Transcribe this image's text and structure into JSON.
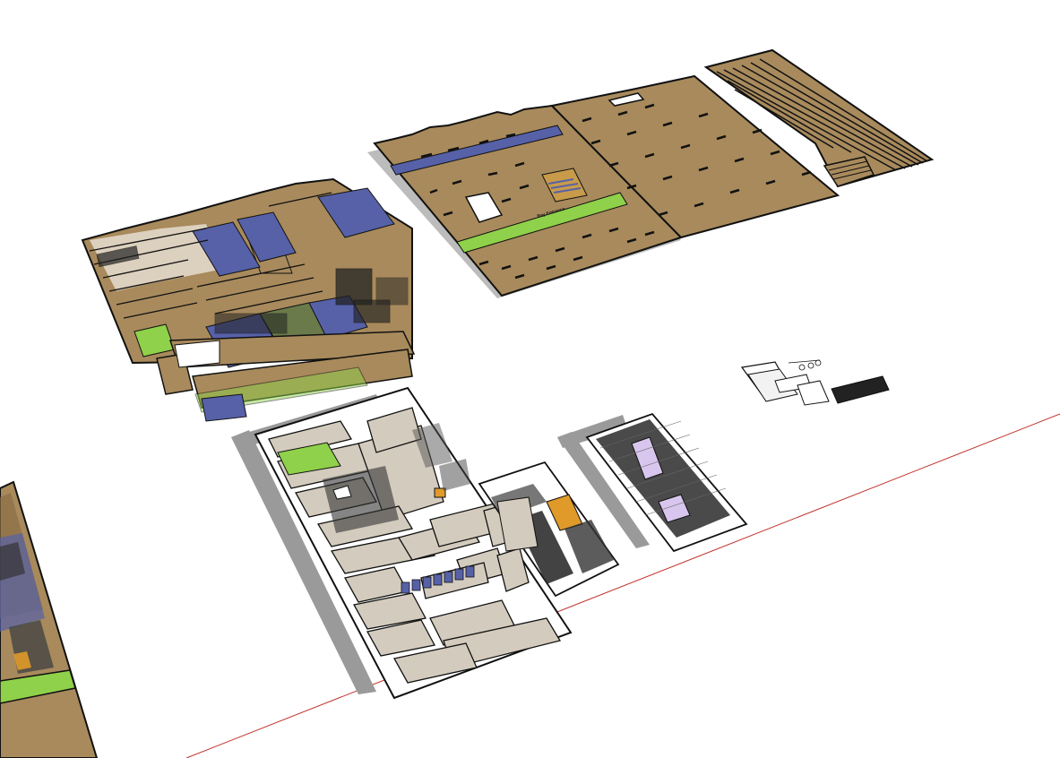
{
  "scene": {
    "colors": {
      "background": "#ffffff",
      "cardboard": "#a88a5c",
      "cardboard_dark": "#8a6d45",
      "outline": "#111111",
      "shadow": "#9a9a9a",
      "paper": "#ffffff",
      "grey_part": "#d3cbbd",
      "blue_part": "#5661a8",
      "green_part": "#8fd14a",
      "orange_part": "#e09a2a",
      "lavender_part": "#d9c6ee",
      "axis_red": "#c0312b"
    },
    "sheets": [
      {
        "id": "sheet-parts-grid",
        "fill": "cardboard"
      },
      {
        "id": "sheet-large-base-left",
        "fill": "cardboard",
        "label": "Bay Entrance"
      },
      {
        "id": "sheet-large-base-right",
        "fill": "cardboard"
      },
      {
        "id": "sheet-strips",
        "fill": "cardboard"
      },
      {
        "id": "sheet-printed-parts",
        "fill": "paper"
      },
      {
        "id": "sheet-small-orange",
        "fill": "paper"
      },
      {
        "id": "sheet-dark-parts",
        "fill": "paper"
      },
      {
        "id": "assembly-small",
        "fill": "paper"
      },
      {
        "id": "model-edge-left",
        "fill": "cardboard"
      }
    ]
  }
}
